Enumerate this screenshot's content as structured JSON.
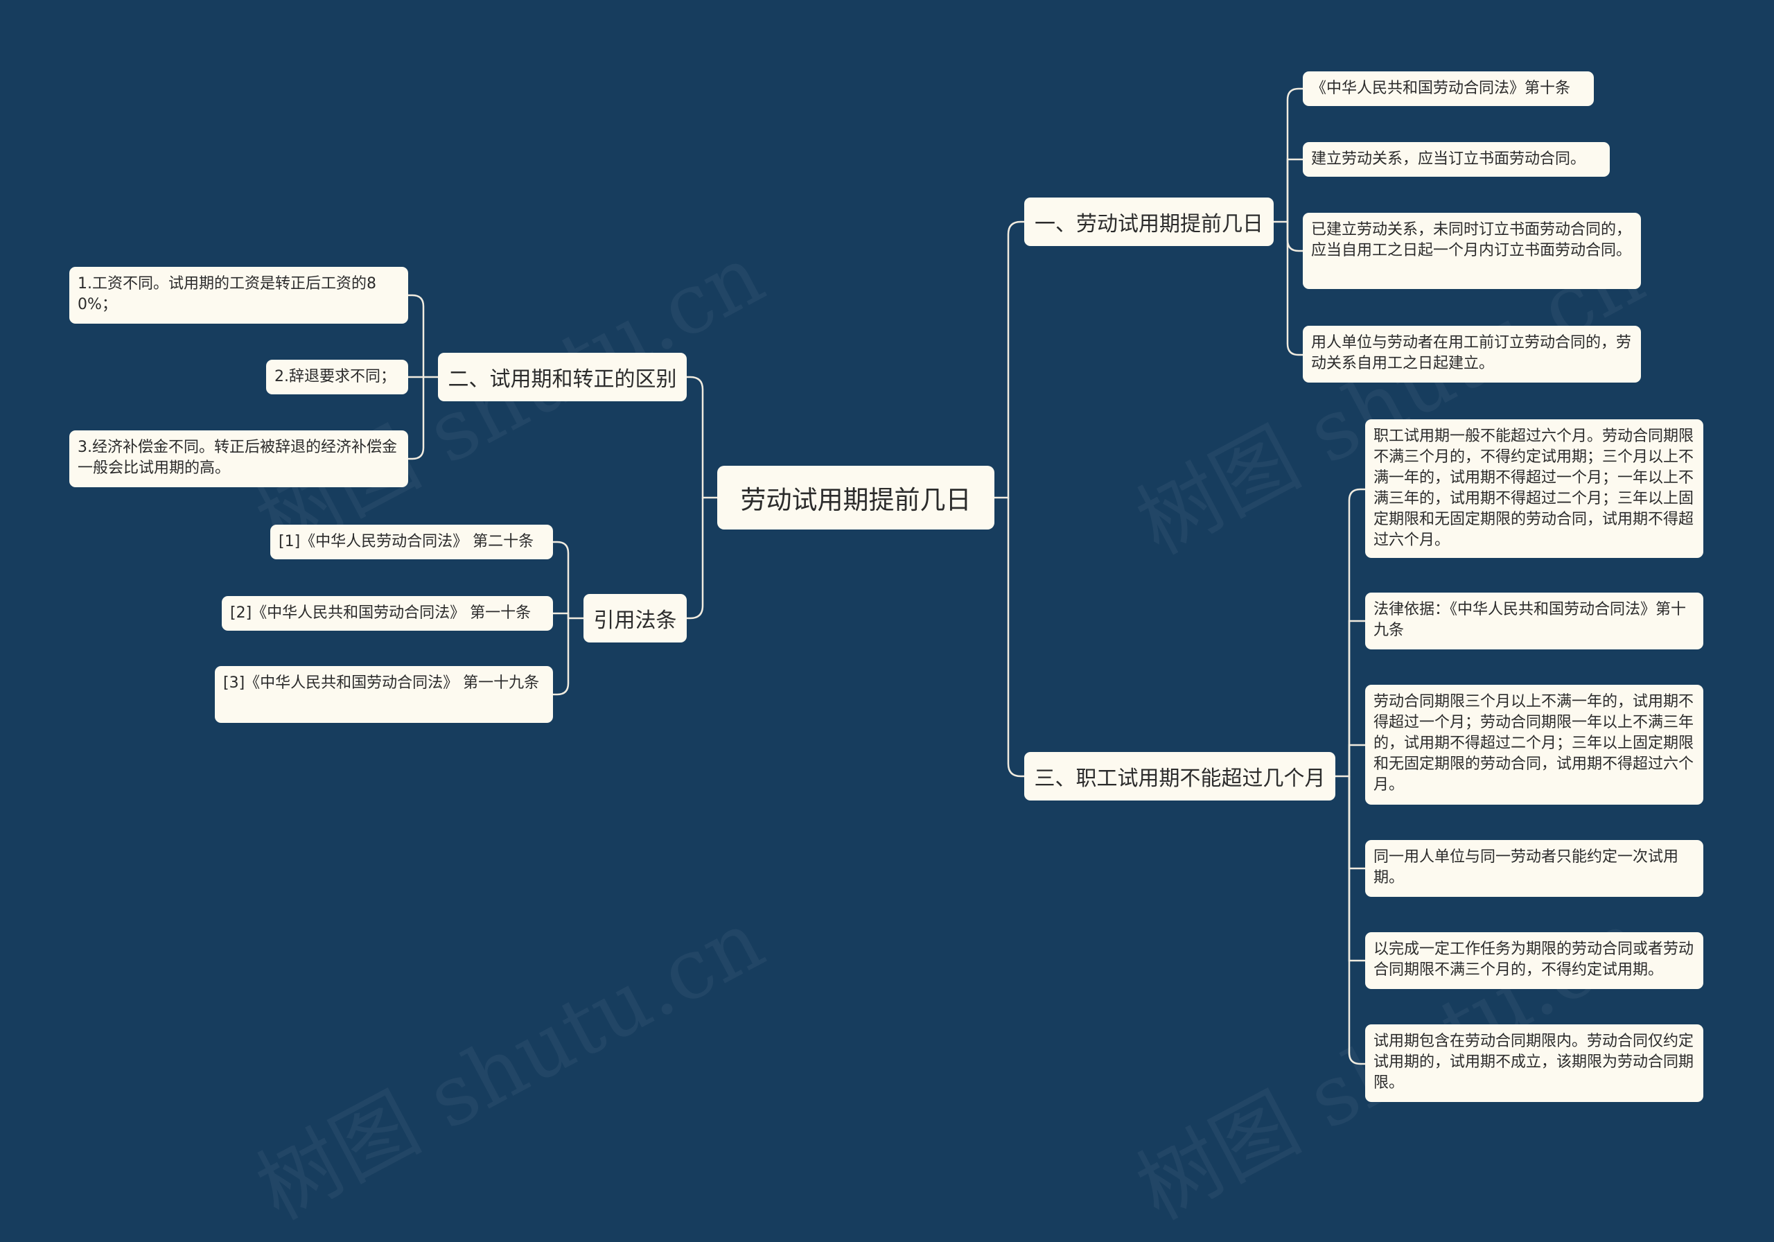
{
  "root": {
    "label": "劳动试用期提前几日"
  },
  "branch1": {
    "label": "一、劳动试用期提前几日",
    "leaves": [
      "《中华人民共和国劳动合同法》第十条",
      "建立劳动关系，应当订立书面劳动合同。",
      "已建立劳动关系，未同时订立书面劳动合同的，应当自用工之日起一个月内订立书面劳动合同。",
      "用人单位与劳动者在用工前订立劳动合同的，劳动关系自用工之日起建立。"
    ]
  },
  "branch2": {
    "label": "二、试用期和转正的区别",
    "leaves": [
      "1.工资不同。试用期的工资是转正后工资的80%；",
      "2.辞退要求不同；",
      "3.经济补偿金不同。转正后被辞退的经济补偿金一般会比试用期的高。"
    ]
  },
  "branch3": {
    "label": "三、职工试用期不能超过几个月",
    "leaves": [
      "职工试用期一般不能超过六个月。劳动合同期限不满三个月的，不得约定试用期；三个月以上不满一年的，试用期不得超过一个月；一年以上不满三年的，试用期不得超过二个月；三年以上固定期限和无固定期限的劳动合同，试用期不得超过六个月。",
      "法律依据：《中华人民共和国劳动合同法》第十九条",
      "劳动合同期限三个月以上不满一年的，试用期不得超过一个月；劳动合同期限一年以上不满三年的，试用期不得超过二个月；三年以上固定期限和无固定期限的劳动合同，试用期不得超过六个月。",
      "同一用人单位与同一劳动者只能约定一次试用期。",
      "以完成一定工作任务为期限的劳动合同或者劳动合同期限不满三个月的，不得约定试用期。",
      "试用期包含在劳动合同期限内。劳动合同仅约定试用期的，试用期不成立，该期限为劳动合同期限。"
    ]
  },
  "branch4": {
    "label": "引用法条",
    "leaves": [
      "[1]《中华人民劳动合同法》 第二十条",
      "[2]《中华人民共和国劳动合同法》 第一十条",
      "[3]《中华人民共和国劳动合同法》 第一十九条"
    ]
  },
  "colors": {
    "background": "#173d5e",
    "node": "#fdfaf0",
    "line": "#f1ece0"
  }
}
